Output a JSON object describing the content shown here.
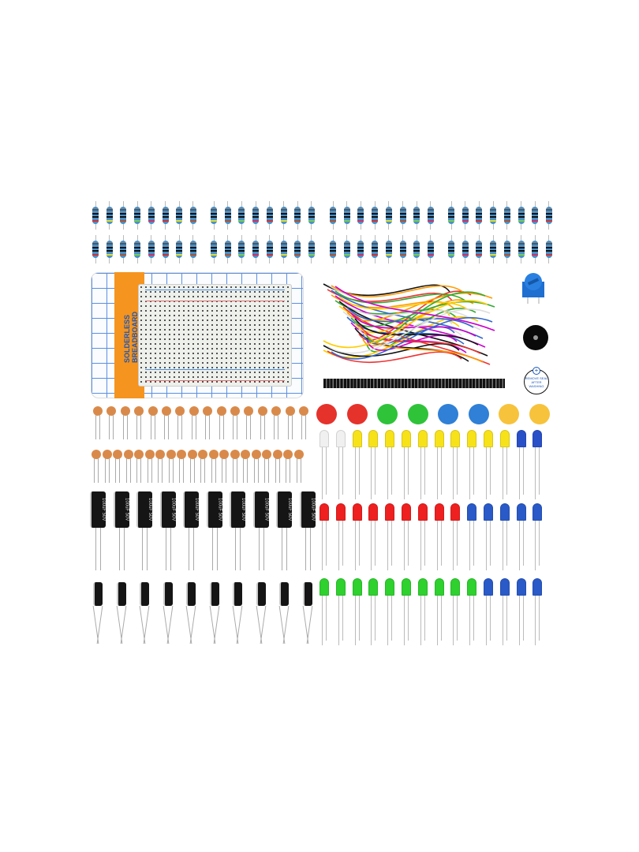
{
  "product": {
    "resistors": {
      "groups": 4,
      "per_group": 8,
      "rows": 2,
      "body_color": "#4a90c8"
    },
    "breadboard": {
      "label": "SOLDERLESS BREADBOARD",
      "strip_color": "#f5941e"
    },
    "buzzer_seal": {
      "text": "REMOVE SEAL AFTER WASHING"
    },
    "ceramic_capacitors": {
      "row1": 16,
      "row2": 20,
      "color": "#d98a4a"
    },
    "electrolytic_large": {
      "count": 10,
      "text": "100uF 50V"
    },
    "electrolytic_small": {
      "count": 10
    },
    "button_caps": [
      "#e5322b",
      "#e5322b",
      "#2fc33a",
      "#2fc33a",
      "#2f80d6",
      "#2f80d6",
      "#f7c33c",
      "#f7c33c"
    ],
    "led_rows": [
      [
        "#f0f0f0",
        "#f0f0f0",
        "#f7e21a",
        "#f7e21a",
        "#f7e21a",
        "#f7e21a",
        "#f7e21a",
        "#f7e21a",
        "#f7e21a",
        "#f7e21a",
        "#f7e21a",
        "#f7e21a",
        "#2a50c8",
        "#2a50c8"
      ],
      [
        "#ee2020",
        "#ee2020",
        "#ee2020",
        "#ee2020",
        "#ee2020",
        "#ee2020",
        "#ee2020",
        "#ee2020",
        "#ee2020",
        "#2a5ac8",
        "#2a5ac8",
        "#2a5ac8",
        "#2a5ac8",
        "#2a5ac8"
      ],
      [
        "#2ed12e",
        "#2ed12e",
        "#2ed12e",
        "#2ed12e",
        "#2ed12e",
        "#2ed12e",
        "#2ed12e",
        "#2ed12e",
        "#2ed12e",
        "#2ed12e",
        "#2a5ac8",
        "#2a5ac8",
        "#2a5ac8",
        "#2a5ac8"
      ]
    ]
  }
}
